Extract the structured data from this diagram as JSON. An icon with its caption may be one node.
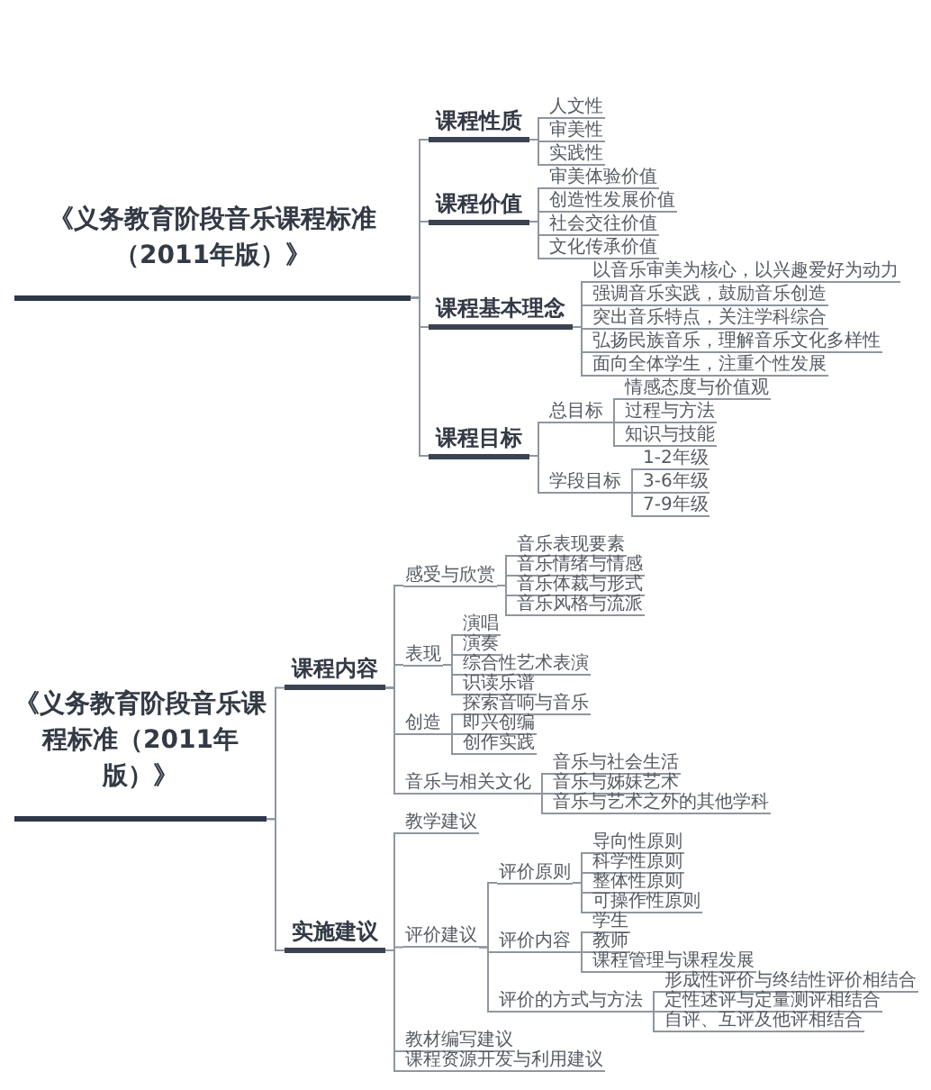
{
  "diagram": {
    "nodes": [
      {
        "text": [
          "《义务教育阶段音乐课程标准（2011年版）》"
        ]
      },
      {
        "text": [
          "课程性质"
        ]
      },
      {
        "text": [
          "人文性"
        ]
      },
      {
        "text": [
          "审美性"
        ]
      },
      {
        "text": [
          "实践性"
        ]
      },
      {
        "text": [
          "课程价值"
        ]
      },
      {
        "text": [
          "审美体验价值"
        ]
      },
      {
        "text": [
          "创造性发展价值"
        ]
      },
      {
        "text": [
          "社会交往价值"
        ]
      },
      {
        "text": [
          "文化传承价值"
        ]
      },
      {
        "text": [
          "课程基本理念"
        ]
      },
      {
        "text": [
          "以音乐审美为核心，以兴趣爱好为动力"
        ]
      },
      {
        "text": [
          "强调音乐实践，鼓励音乐创造"
        ]
      },
      {
        "text": [
          "突出音乐特点，关注学科综合"
        ]
      },
      {
        "text": [
          "弘扬民族音乐，理解音乐文化多样性"
        ]
      },
      {
        "text": [
          "面向全体学生，注重个性发展"
        ]
      },
      {
        "text": [
          "课程目标"
        ]
      },
      {
        "text": [
          "总目标"
        ]
      },
      {
        "text": [
          "情感态度与价值观"
        ]
      },
      {
        "text": [
          "过程与方法"
        ]
      },
      {
        "text": [
          "知识与技能"
        ]
      },
      {
        "text": [
          "学段目标"
        ]
      },
      {
        "text": [
          "1-2年级"
        ]
      },
      {
        "text": [
          "3-6年级"
        ]
      },
      {
        "text": [
          "7-9年级"
        ]
      },
      {
        "text": [
          "《义务教育阶段音乐课程标准（2011年版）》"
        ]
      },
      {
        "text": [
          "课程内容"
        ]
      },
      {
        "text": [
          "感受与欣赏"
        ]
      },
      {
        "text": [
          "音乐表现要素"
        ]
      },
      {
        "text": [
          "音乐情绪与情感"
        ]
      },
      {
        "text": [
          "音乐体裁与形式"
        ]
      },
      {
        "text": [
          "音乐风格与流派"
        ]
      },
      {
        "text": [
          "表现"
        ]
      },
      {
        "text": [
          "演唱"
        ]
      },
      {
        "text": [
          "演奏"
        ]
      },
      {
        "text": [
          "综合性艺术表演"
        ]
      },
      {
        "text": [
          "识读乐谱"
        ]
      },
      {
        "text": [
          "创造"
        ]
      },
      {
        "text": [
          "探索音响与音乐"
        ]
      },
      {
        "text": [
          "即兴创编"
        ]
      },
      {
        "text": [
          "创作实践"
        ]
      },
      {
        "text": [
          "音乐与相关文化"
        ]
      },
      {
        "text": [
          "音乐与社会生活"
        ]
      },
      {
        "text": [
          "音乐与姊妹艺术"
        ]
      },
      {
        "text": [
          "音乐与艺术之外的其他学科"
        ]
      },
      {
        "text": [
          "实施建议"
        ]
      },
      {
        "text": [
          "教学建议"
        ]
      },
      {
        "text": [
          "评价建议"
        ]
      },
      {
        "text": [
          "评价原则"
        ]
      },
      {
        "text": [
          "导向性原则"
        ]
      },
      {
        "text": [
          "科学性原则"
        ]
      },
      {
        "text": [
          "整体性原则"
        ]
      },
      {
        "text": [
          "可操作性原则"
        ]
      },
      {
        "text": [
          "评价内容"
        ]
      },
      {
        "text": [
          "学生"
        ]
      },
      {
        "text": [
          "教师"
        ]
      },
      {
        "text": [
          "课程管理与课程发展"
        ]
      },
      {
        "text": [
          "评价的方式与方法"
        ]
      },
      {
        "text": [
          "形成性评价与终结性评价相结合"
        ]
      },
      {
        "text": [
          "定性述评与定量测评相结合"
        ]
      },
      {
        "text": [
          "自评、互评及他评相结合"
        ]
      },
      {
        "text": [
          "教材编写建议"
        ]
      },
      {
        "text": [
          "课程资源开发与利用建议"
        ]
      }
    ],
    "edges": [
      {
        "from": 0,
        "to": 1,
        "arrow": "none"
      },
      {
        "from": 1,
        "to": 2,
        "arrow": "none"
      },
      {
        "from": 1,
        "to": 3,
        "arrow": "none"
      },
      {
        "from": 1,
        "to": 4,
        "arrow": "none"
      },
      {
        "from": 0,
        "to": 5,
        "arrow": "none"
      },
      {
        "from": 5,
        "to": 6,
        "arrow": "none"
      },
      {
        "from": 5,
        "to": 7,
        "arrow": "none"
      },
      {
        "from": 5,
        "to": 8,
        "arrow": "none"
      },
      {
        "from": 5,
        "to": 9,
        "arrow": "none"
      },
      {
        "from": 0,
        "to": 10,
        "arrow": "none"
      },
      {
        "from": 10,
        "to": 11,
        "arrow": "none"
      },
      {
        "from": 10,
        "to": 12,
        "arrow": "none"
      },
      {
        "from": 10,
        "to": 13,
        "arrow": "none"
      },
      {
        "from": 10,
        "to": 14,
        "arrow": "none"
      },
      {
        "from": 10,
        "to": 15,
        "arrow": "none"
      },
      {
        "from": 0,
        "to": 16,
        "arrow": "none"
      },
      {
        "from": 16,
        "to": 17,
        "arrow": "none"
      },
      {
        "from": 17,
        "to": 18,
        "arrow": "none"
      },
      {
        "from": 17,
        "to": 19,
        "arrow": "none"
      },
      {
        "from": 17,
        "to": 20,
        "arrow": "none"
      },
      {
        "from": 16,
        "to": 21,
        "arrow": "none"
      },
      {
        "from": 21,
        "to": 22,
        "arrow": "none"
      },
      {
        "from": 21,
        "to": 23,
        "arrow": "none"
      },
      {
        "from": 21,
        "to": 24,
        "arrow": "none"
      },
      {
        "from": 25,
        "to": 26,
        "arrow": "none"
      },
      {
        "from": 26,
        "to": 27,
        "arrow": "none"
      },
      {
        "from": 27,
        "to": 28,
        "arrow": "none"
      },
      {
        "from": 27,
        "to": 29,
        "arrow": "none"
      },
      {
        "from": 27,
        "to": 30,
        "arrow": "none"
      },
      {
        "from": 27,
        "to": 31,
        "arrow": "none"
      },
      {
        "from": 26,
        "to": 32,
        "arrow": "none"
      },
      {
        "from": 32,
        "to": 33,
        "arrow": "none"
      },
      {
        "from": 32,
        "to": 34,
        "arrow": "none"
      },
      {
        "from": 32,
        "to": 35,
        "arrow": "none"
      },
      {
        "from": 32,
        "to": 36,
        "arrow": "none"
      },
      {
        "from": 26,
        "to": 37,
        "arrow": "none"
      },
      {
        "from": 37,
        "to": 38,
        "arrow": "none"
      },
      {
        "from": 37,
        "to": 39,
        "arrow": "none"
      },
      {
        "from": 37,
        "to": 40,
        "arrow": "none"
      },
      {
        "from": 26,
        "to": 41,
        "arrow": "none"
      },
      {
        "from": 41,
        "to": 42,
        "arrow": "none"
      },
      {
        "from": 41,
        "to": 43,
        "arrow": "none"
      },
      {
        "from": 41,
        "to": 44,
        "arrow": "none"
      },
      {
        "from": 25,
        "to": 45,
        "arrow": "none"
      },
      {
        "from": 45,
        "to": 46,
        "arrow": "none"
      },
      {
        "from": 45,
        "to": 47,
        "arrow": "none"
      },
      {
        "from": 47,
        "to": 48,
        "arrow": "none"
      },
      {
        "from": 48,
        "to": 49,
        "arrow": "none"
      },
      {
        "from": 48,
        "to": 50,
        "arrow": "none"
      },
      {
        "from": 48,
        "to": 51,
        "arrow": "none"
      },
      {
        "from": 48,
        "to": 52,
        "arrow": "none"
      },
      {
        "from": 47,
        "to": 53,
        "arrow": "none"
      },
      {
        "from": 53,
        "to": 54,
        "arrow": "none"
      },
      {
        "from": 53,
        "to": 55,
        "arrow": "none"
      },
      {
        "from": 53,
        "to": 56,
        "arrow": "none"
      },
      {
        "from": 47,
        "to": 57,
        "arrow": "none"
      },
      {
        "from": 57,
        "to": 58,
        "arrow": "none"
      },
      {
        "from": 57,
        "to": 59,
        "arrow": "none"
      },
      {
        "from": 57,
        "to": 60,
        "arrow": "none"
      },
      {
        "from": 45,
        "to": 61,
        "arrow": "none"
      },
      {
        "from": 45,
        "to": 62,
        "arrow": "none"
      }
    ]
  }
}
